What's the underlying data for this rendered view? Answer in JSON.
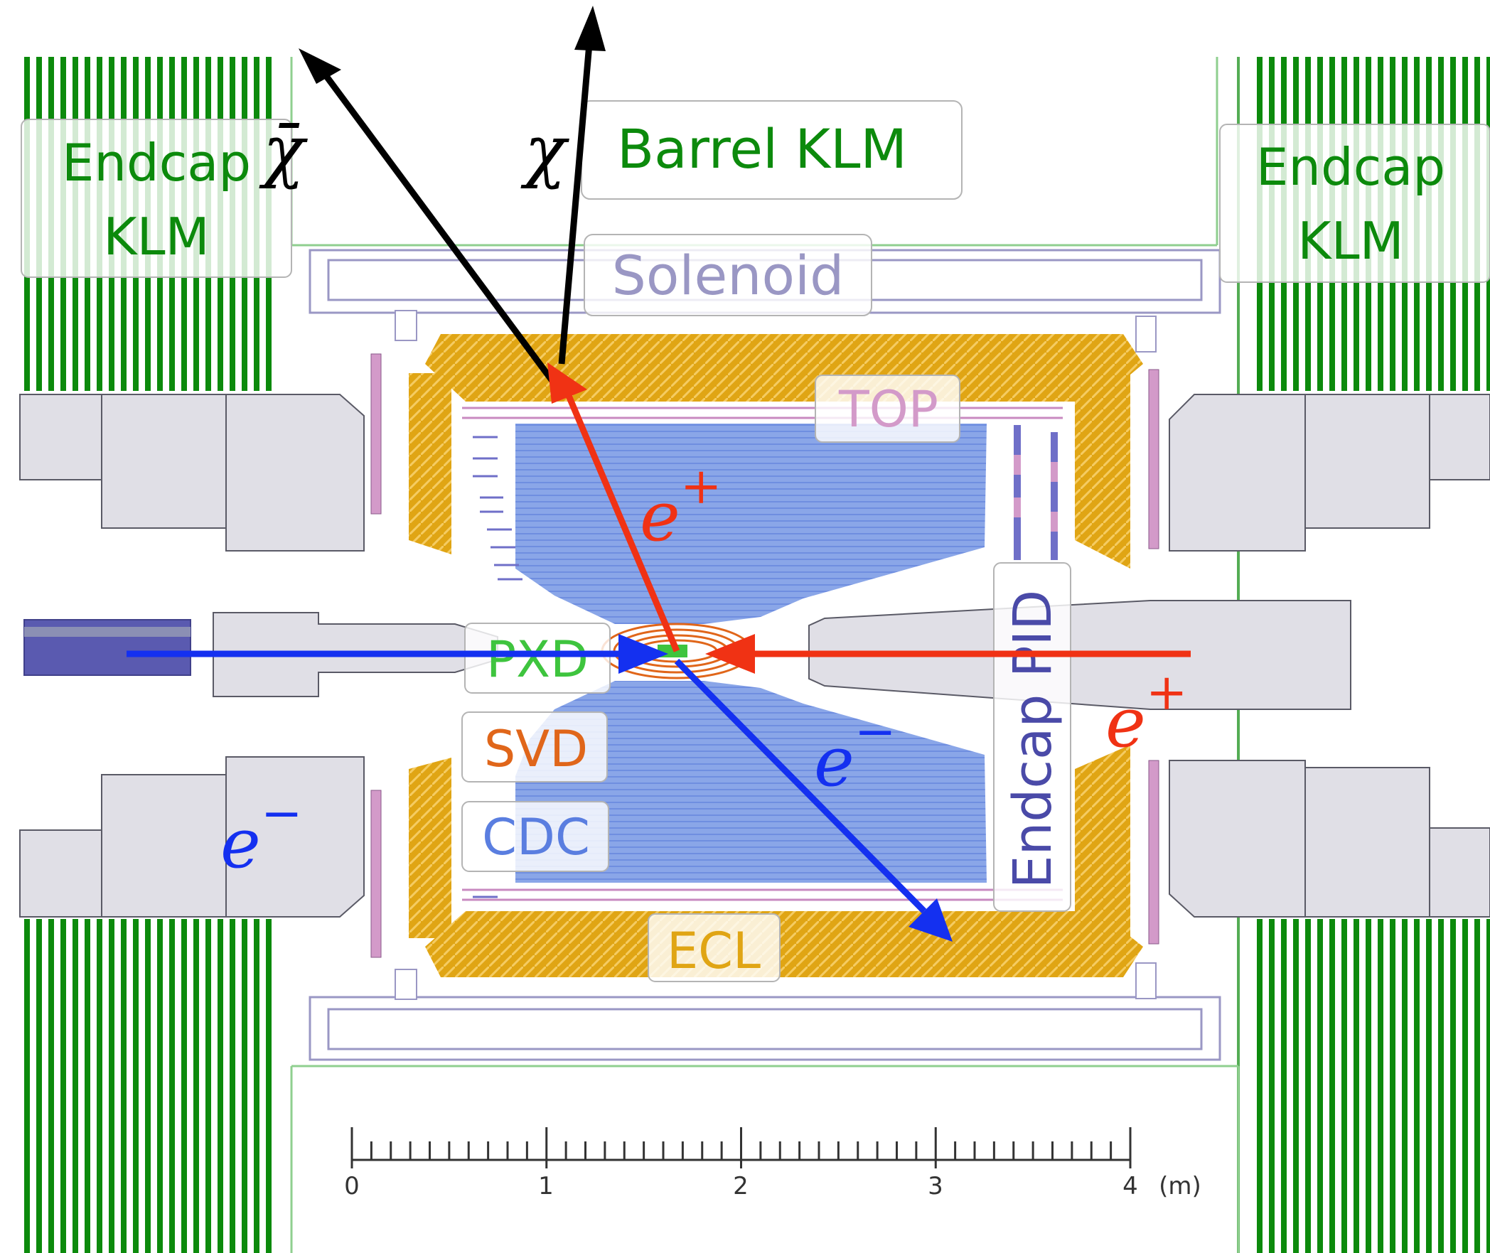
{
  "colors": {
    "klm_green": "#0c8a0c",
    "ecl_orange": "#e0a514",
    "cdc_blue": "#8aa4e6",
    "beampipe_gray": "#e0dfe6",
    "magnet_outline": "#9a97c4",
    "electron_blue": "#1430f0",
    "positron_red": "#f03214",
    "dark_matter_black": "#000000",
    "svd_orange": "#e0661a",
    "pxd_green": "#3ec43e",
    "top_pink": "#d39ac9"
  },
  "labels": {
    "endcap_klm_left_line1": "Endcap",
    "endcap_klm_left_line2": "KLM",
    "endcap_klm_right_line1": "Endcap",
    "endcap_klm_right_line2": "KLM",
    "barrel_klm": "Barrel KLM",
    "solenoid": "Solenoid",
    "top": "TOP",
    "pxd": "PXD",
    "svd": "SVD",
    "cdc": "CDC",
    "ecl": "ECL",
    "endcap_pid": "Endcap PID"
  },
  "particles": {
    "chi_bar": "χ̄",
    "chi": "χ",
    "e_plus_track": "e",
    "e_plus_track_sup": "+",
    "e_plus_beam": "e",
    "e_plus_beam_sup": "+",
    "e_minus_track": "e",
    "e_minus_track_sup": "−",
    "e_minus_beam": "e",
    "e_minus_beam_sup": "−"
  },
  "scale": {
    "ticks": [
      "0",
      "1",
      "2",
      "3",
      "4"
    ],
    "unit": "(m)"
  }
}
